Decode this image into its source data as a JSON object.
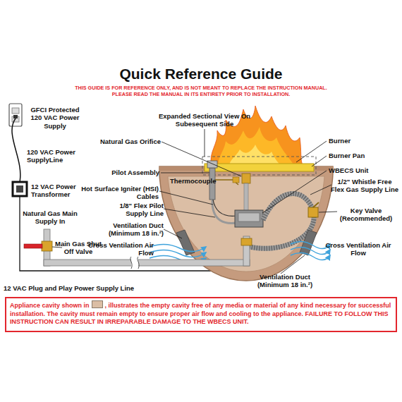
{
  "diagram": {
    "title": "Quick Reference Guide",
    "nodes": [
      {
        "text": [
          "Appliance cavity shown in",
          ", illustrates the empty cavity free of any media or material of any kind necessary for successful installation. The cavity must remain empty to ensure proper air flow and cooling to the appliance. FAILURE TO FOLLOW THIS INSTRUCTION CAN RESULT IN  IRREPARABLE DAMAGE TO THE WBECS UNIT."
        ]
      }
    ],
    "labels": [
      "THIS GUIDE IS FOR REFERENCE ONLY, AND IS NOT MEANT TO REPLACE THE INSTRUCTION MANUAL. PLEASE READ THE MANUAL IN ITS ENTIRETY PRIOR TO INSTALLATION.",
      "GFCI Protected 120 VAC Power Supply",
      "120 VAC Power SupplyLine",
      "12 VAC Power Transformer",
      "Natural Gas Main Supply In",
      "Main Gas Shut Off Valve",
      "12 VAC Plug and Play Power Supply Line",
      "Expanded Sectional View On Subesequent Side",
      "Natural Gas Orifice",
      "Pilot Assembly",
      "Thermocouple",
      "Hot Surface Igniter (HSI) Cables",
      "1/8\" Flex Pilot Supply Line",
      "Ventilation Duct (Minimum 18 in.²)",
      "Cross Ventilation Air Flow",
      "Burner",
      "Burner Pan",
      "WBECS Unit",
      "1/2\" Whistle Free Flex Gas Supply Line",
      "Key Valve (Recommended)",
      "Cross Ventilation Air Flow",
      "Ventilation Duct (Minimum 18 in.²)"
    ]
  }
}
